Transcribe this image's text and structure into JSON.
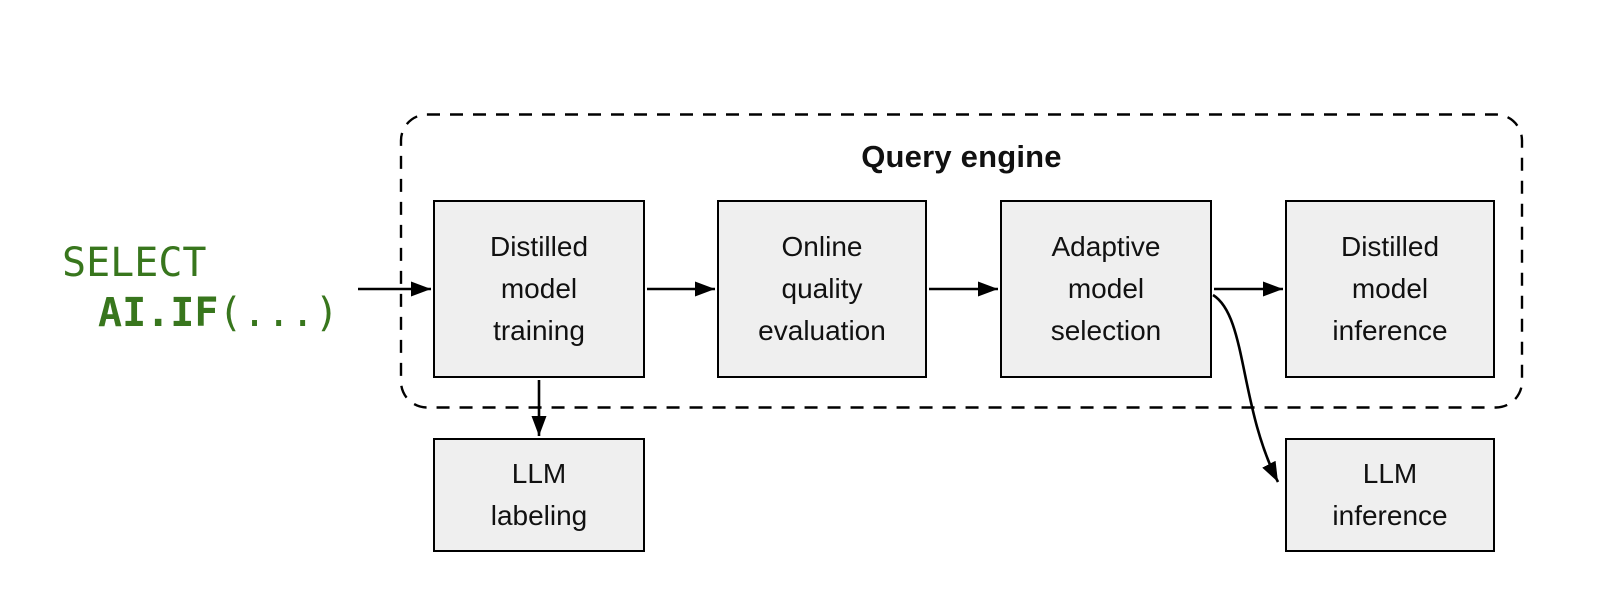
{
  "colors": {
    "background": "#ffffff",
    "code-green": "#38761d",
    "box-fill": "#efefef",
    "line-black": "#000000",
    "text-black": "#111111"
  },
  "code": {
    "line1": "SELECT",
    "line2_func": "AI.IF",
    "line2_args": "(...)"
  },
  "query_engine": {
    "title": "Query engine",
    "boxes": [
      {
        "label": "Distilled\nmodel\ntraining"
      },
      {
        "label": "Online\nquality\nevaluation"
      },
      {
        "label": "Adaptive\nmodel\nselection"
      },
      {
        "label": "Distilled\nmodel\ninference"
      }
    ]
  },
  "external": {
    "boxes": [
      {
        "label": "LLM\nlabeling"
      },
      {
        "label": "LLM\ninference"
      }
    ]
  },
  "diagram_edges": [
    {
      "from": "SELECT AI.IF(...)",
      "to": "Distilled model training",
      "style": "straight"
    },
    {
      "from": "Distilled model training",
      "to": "Online quality evaluation",
      "style": "straight"
    },
    {
      "from": "Online quality evaluation",
      "to": "Adaptive model selection",
      "style": "straight"
    },
    {
      "from": "Adaptive model selection",
      "to": "Distilled model inference",
      "style": "straight"
    },
    {
      "from": "Distilled model training",
      "to": "LLM labeling",
      "style": "straight-down"
    },
    {
      "from": "Adaptive model selection",
      "to": "LLM inference",
      "style": "curved"
    }
  ]
}
